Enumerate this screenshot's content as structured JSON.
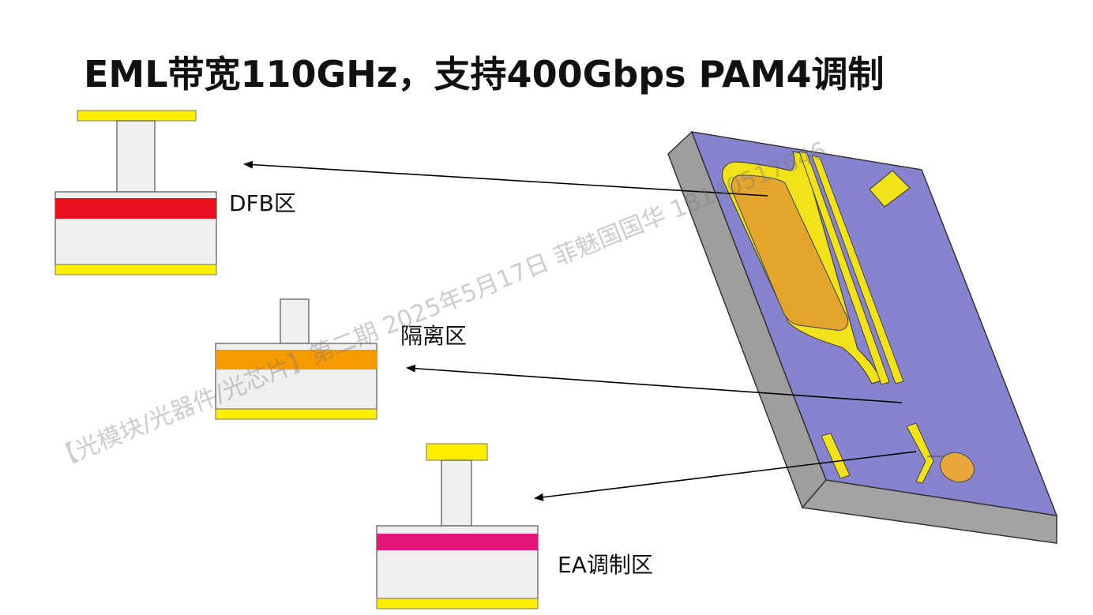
{
  "title": "EML带宽110GHz，支持400Gbps PAM4调制",
  "regions": [
    {
      "label": "DFB区",
      "active_layer_color": "#e8101e"
    },
    {
      "label": "隔离区",
      "active_layer_color": "#f59a00"
    },
    {
      "label": "EA调制区",
      "active_layer_color": "#e6157a"
    }
  ],
  "colors": {
    "contact": "#ffee00",
    "ridge": "#efefef",
    "chip_top": "#8783cf",
    "chip_side": "#9e9e9e",
    "electrode": "#f2e21a",
    "dfb_pad": "#e3a52c",
    "ea_pad": "#e8a63a"
  },
  "watermark": "【光模块/光器件/光芯片】第二期 2025年5月17日 菲魅国国华 18140517646"
}
